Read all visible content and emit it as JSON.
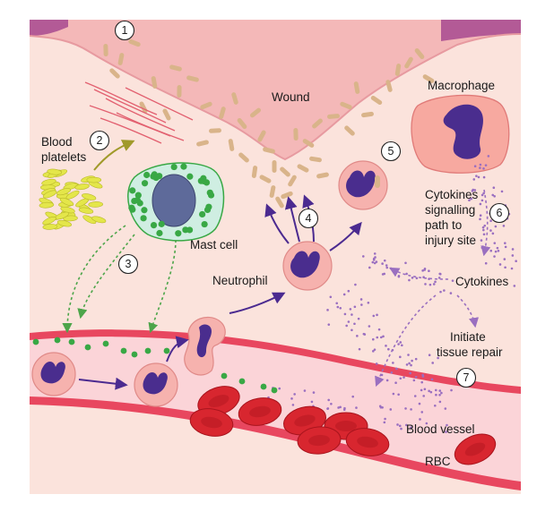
{
  "labels": {
    "wound": "Wound",
    "macrophage": "Macrophage",
    "blood_platelets_line1": "Blood",
    "blood_platelets_line2": "platelets",
    "mast_cell": "Mast cell",
    "cytokines_signalling_line1": "Cytokines",
    "cytokines_signalling_line2": "signalling",
    "cytokines_signalling_line3": "path to",
    "cytokines_signalling_line4": "injury site",
    "neutrophil": "Neutrophil",
    "cytokines": "Cytokines",
    "initiate_line1": "Initiate",
    "initiate_line2": "tissue repair",
    "blood_vessel": "Blood vessel",
    "rbc": "RBC"
  },
  "steps": [
    "1",
    "2",
    "3",
    "4",
    "5",
    "6",
    "7"
  ],
  "colors": {
    "tissue": "#fbe3dc",
    "skin_surface": "#f4b8b8",
    "skin_edge": "#b35a96",
    "vessel_wall": "#e8475f",
    "vessel_lumen": "#fbd4d8",
    "rbc": "#d8262f",
    "neutrophil_body": "#f6b2ae",
    "nucleus": "#4a2d8e",
    "macrophage_body": "#f7a9a0",
    "mast_cell_body": "#cfeee2",
    "mast_nucleus": "#5e6a9a",
    "granule": "#39a845",
    "platelet": "#e4e64a",
    "debris": "#d9b48a",
    "cytokine": "#9a6fc0",
    "arrow_dark": "#4b2a90",
    "arrow_green": "#4da54a",
    "arrow_olive": "#a09a2a"
  }
}
